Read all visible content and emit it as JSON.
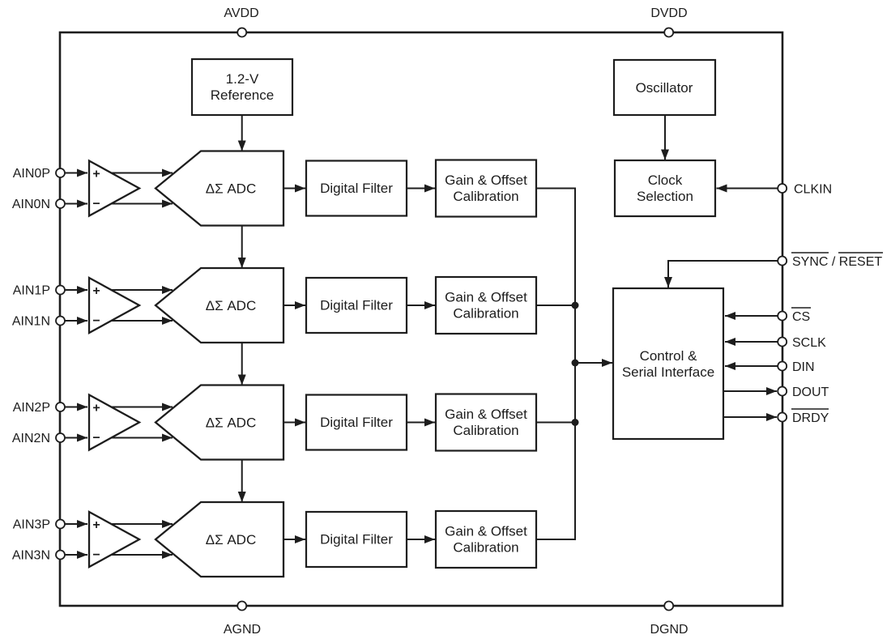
{
  "colors": {
    "ink": "#1d1d1d",
    "background": "#ffffff"
  },
  "power_pins": {
    "avdd": "AVDD",
    "dvdd": "DVDD",
    "agnd": "AGND",
    "dgnd": "DGND"
  },
  "blocks": {
    "reference_line1": "1.2-V",
    "reference_line2": "Reference",
    "oscillator": "Oscillator",
    "clock_line1": "Clock",
    "clock_line2": "Selection",
    "control_line1": "Control &",
    "control_line2": "Serial Interface"
  },
  "rows": [
    {
      "pin_p": "AIN0P",
      "pin_n": "AIN0N",
      "plus": "+",
      "minus": "−",
      "adc": "ΔΣ ADC",
      "filter": "Digital Filter",
      "cal1": "Gain & Offset",
      "cal2": "Calibration"
    },
    {
      "pin_p": "AIN1P",
      "pin_n": "AIN1N",
      "plus": "+",
      "minus": "−",
      "adc": "ΔΣ ADC",
      "filter": "Digital Filter",
      "cal1": "Gain & Offset",
      "cal2": "Calibration"
    },
    {
      "pin_p": "AIN2P",
      "pin_n": "AIN2N",
      "plus": "+",
      "minus": "−",
      "adc": "ΔΣ ADC",
      "filter": "Digital Filter",
      "cal1": "Gain & Offset",
      "cal2": "Calibration"
    },
    {
      "pin_p": "AIN3P",
      "pin_n": "AIN3N",
      "plus": "+",
      "minus": "−",
      "adc": "ΔΣ ADC",
      "filter": "Digital Filter",
      "cal1": "Gain & Offset",
      "cal2": "Calibration"
    }
  ],
  "right_pins": {
    "sync_reset": "SYNC / RESET",
    "cs": "CS",
    "sclk": "SCLK",
    "din": "DIN",
    "dout": "DOUT",
    "drdy": "DRDY",
    "clkin": "CLKIN"
  }
}
